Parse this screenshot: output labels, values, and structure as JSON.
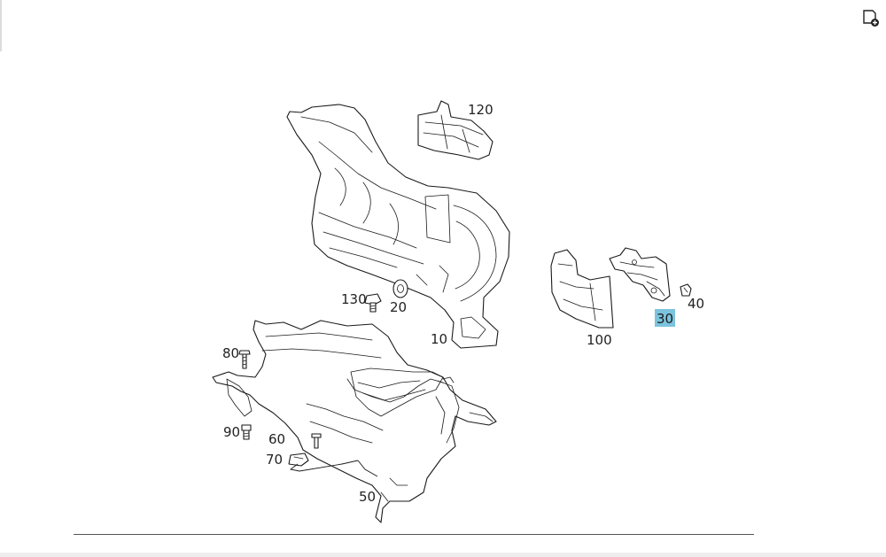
{
  "toolbar": {
    "corner_icon": "page-add-icon"
  },
  "diagram": {
    "highlight_color": "#7cc3dd",
    "callouts": [
      {
        "id": "120",
        "label": "120",
        "highlighted": false
      },
      {
        "id": "130",
        "label": "130",
        "highlighted": false
      },
      {
        "id": "20",
        "label": "20",
        "highlighted": false
      },
      {
        "id": "10",
        "label": "10",
        "highlighted": false
      },
      {
        "id": "100",
        "label": "100",
        "highlighted": false
      },
      {
        "id": "30",
        "label": "30",
        "highlighted": true
      },
      {
        "id": "40",
        "label": "40",
        "highlighted": false
      },
      {
        "id": "80",
        "label": "80",
        "highlighted": false
      },
      {
        "id": "90",
        "label": "90",
        "highlighted": false
      },
      {
        "id": "60",
        "label": "60",
        "highlighted": false
      },
      {
        "id": "70",
        "label": "70",
        "highlighted": false
      },
      {
        "id": "50",
        "label": "50",
        "highlighted": false
      }
    ]
  }
}
